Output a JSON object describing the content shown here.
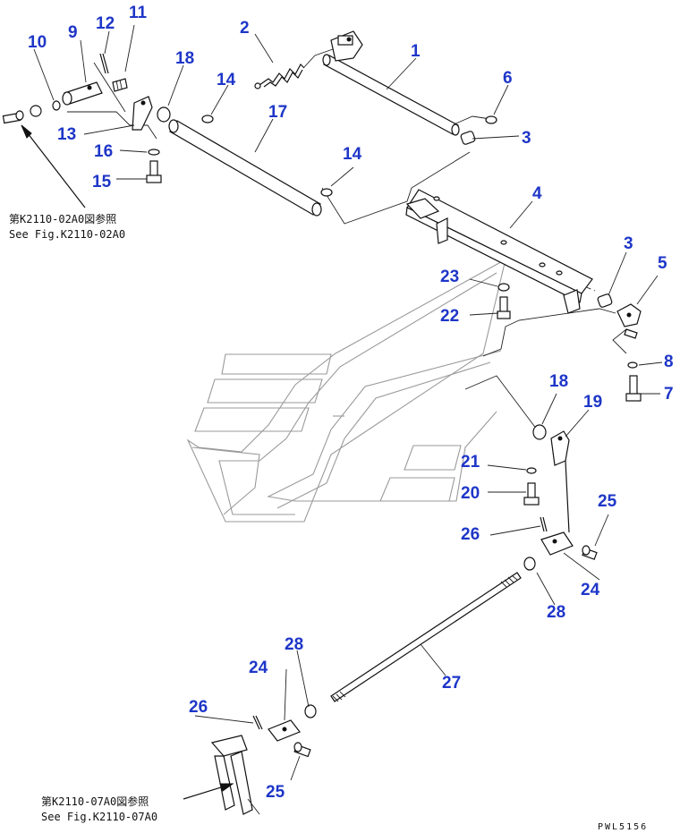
{
  "callouts": [
    "1",
    "2",
    "3",
    "3",
    "4",
    "5",
    "6",
    "7",
    "8",
    "9",
    "10",
    "11",
    "12",
    "13",
    "14",
    "14",
    "15",
    "16",
    "17",
    "18",
    "18",
    "19",
    "20",
    "21",
    "22",
    "23",
    "24",
    "24",
    "25",
    "25",
    "26",
    "26",
    "27",
    "28",
    "28"
  ],
  "references": {
    "top": {
      "ja": "第K2110-02A0図参照",
      "en": "See Fig.K2110-02A0"
    },
    "bottom": {
      "ja": "第K2110-07A0図参照",
      "en": "See Fig.K2110-07A0"
    }
  },
  "drawing_code": "PWL5156",
  "colors": {
    "callout": "#1e36c8",
    "line": "#111111",
    "ghost": "#9a9a9a"
  }
}
